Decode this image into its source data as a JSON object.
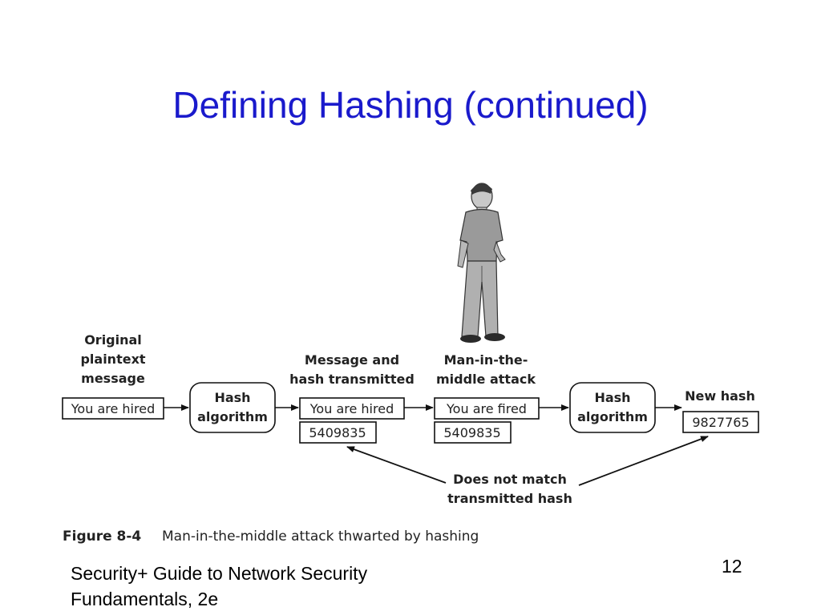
{
  "slide": {
    "title": "Defining Hashing (continued)",
    "footer_line1": "Security+ Guide to Network Security",
    "footer_line2": "Fundamentals, 2e",
    "page_number": "12"
  },
  "diagram": {
    "original_label": [
      "Original",
      "plaintext",
      "message"
    ],
    "original_message": "You are hired",
    "hash_algorithm_1": [
      "Hash",
      "algorithm"
    ],
    "transmitted_label": [
      "Message and",
      "hash transmitted"
    ],
    "transmitted_message": "You are hired",
    "transmitted_hash": "5409835",
    "mitm_label": [
      "Man-in-the-",
      "middle attack"
    ],
    "mitm_message": "You are fired",
    "mitm_hash": "5409835",
    "hash_algorithm_2": [
      "Hash",
      "algorithm"
    ],
    "new_hash_label": "New hash",
    "new_hash": "9827765",
    "mismatch_label": [
      "Does not match",
      "transmitted hash"
    ],
    "figure_number": "Figure 8-4",
    "figure_caption": "Man-in-the-middle attack thwarted by hashing"
  },
  "icons": {
    "attacker": "man-standing-figure"
  }
}
